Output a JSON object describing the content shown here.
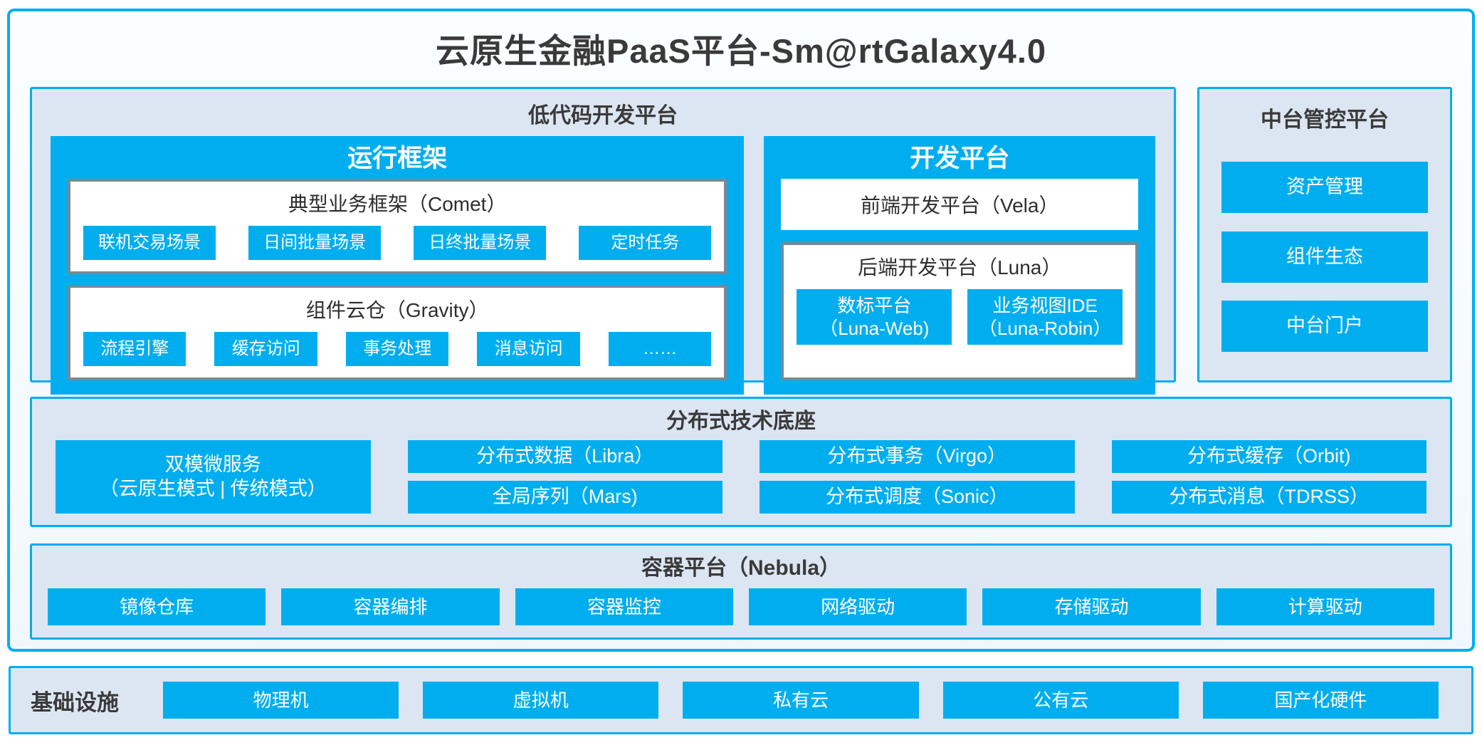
{
  "colors": {
    "accent": "#00AEEF",
    "panel": "#DCE6F2",
    "gray": "#7B8794",
    "dark": "#3A3A3A"
  },
  "title": "云原生金融PaaS平台-Sm@rtGalaxy4.0",
  "low_code": {
    "title": "低代码开发平台",
    "runtime": {
      "title": "运行框架",
      "comet": {
        "title": "典型业务框架（Comet）",
        "items": [
          "联机交易场景",
          "日间批量场景",
          "日终批量场景",
          "定时任务"
        ]
      },
      "gravity": {
        "title": "组件云仓（Gravity）",
        "items": [
          "流程引擎",
          "缓存访问",
          "事务处理",
          "消息访问",
          "……"
        ]
      }
    },
    "dev": {
      "title": "开发平台",
      "vela": "前端开发平台（Vela）",
      "luna": {
        "title": "后端开发平台（Luna）",
        "items": [
          {
            "line1": "数标平台",
            "line2": "（Luna-Web)"
          },
          {
            "line1": "业务视图IDE",
            "line2": "（Luna-Robin）"
          }
        ]
      }
    }
  },
  "midend": {
    "title": "中台管控平台",
    "items": [
      "资产管理",
      "组件生态",
      "中台门户"
    ]
  },
  "distributed": {
    "title": "分布式技术底座",
    "dual_mode": {
      "line1": "双模微服务",
      "line2": "（云原生模式 | 传统模式）"
    },
    "columns": [
      [
        "分布式数据（Libra）",
        "全局序列（Mars)"
      ],
      [
        "分布式事务（Virgo）",
        "分布式调度（Sonic）"
      ],
      [
        "分布式缓存（Orbit)",
        "分布式消息（TDRSS）"
      ]
    ]
  },
  "container_platform": {
    "title": "容器平台（Nebula）",
    "items": [
      "镜像仓库",
      "容器编排",
      "容器监控",
      "网络驱动",
      "存储驱动",
      "计算驱动"
    ]
  },
  "infrastructure": {
    "title": "基础设施",
    "items": [
      "物理机",
      "虚拟机",
      "私有云",
      "公有云",
      "国产化硬件"
    ]
  }
}
